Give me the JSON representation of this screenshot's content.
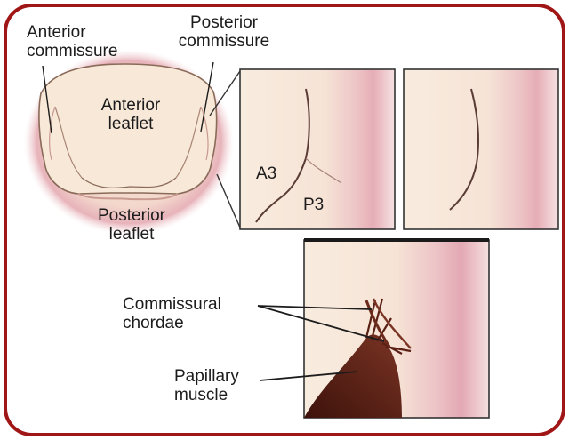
{
  "labels": {
    "anterior_commissure": "Anterior\ncommissure",
    "posterior_commissure": "Posterior\ncommissure",
    "anterior_leaflet": "Anterior\nleaflet",
    "posterior_leaflet": "Posterior\nleaflet",
    "a3": "A3",
    "p3": "P3",
    "commissural_chordae": "Commissural\nchordae",
    "papillary_muscle": "Papillary\nmuscle"
  },
  "colors": {
    "frame_border": "#a01616",
    "tissue": "#f7e6d5",
    "tissue_pink": "#e9b7bd",
    "muscle": "#5a2015"
  }
}
